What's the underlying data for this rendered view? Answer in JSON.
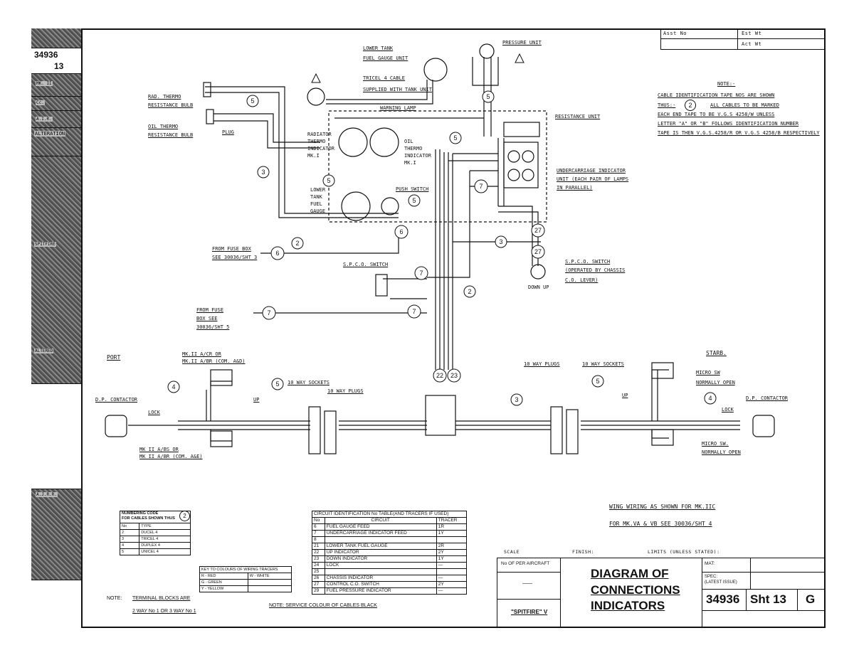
{
  "sidebar": {
    "drawing_no": "34936",
    "sheet": "13",
    "alteration_label": "ALTERATION",
    "entries": [
      "MK. II",
      "A.I.R.",
      "Cc.",
      "A.J.R.R.",
      "SPITFIRE",
      "ALTERED"
    ]
  },
  "top_right": {
    "asst_no": "Asst No",
    "est_wt": "Est Wt",
    "act_wt": "Act Wt"
  },
  "note_block": {
    "title": "NOTE:-",
    "line1": "CABLE IDENTIFICATION TAPE NOS ARE SHOWN",
    "line2a": "THUS:-",
    "line2b": "ALL CABLES TO BE MARKED",
    "line3": "EACH END TAPE TO BE V.G.S 4258/W UNLESS",
    "line4": "LETTER \"A\" OR \"B\" FOLLOWS IDENTIFICATION NUMBER",
    "line5": "TAPE IS THEN V.G.S.4258/R OR V.G.S 4258/B RESPECTIVELY",
    "sample_no": "2"
  },
  "diagram_labels": {
    "pressure_unit": "PRESSURE UNIT",
    "lower_tank": "LOWER TANK",
    "fuel_gauge_unit": "FUEL GAUGE UNIT",
    "tricel_cable": "TRICEL 4 CABLE",
    "supplied_with_tank": "SUPPLIED WITH TANK UNIT",
    "rad_thermo": "RAD. THERMO",
    "resistance_bulb": "RESISTANCE BULB",
    "oil_thermo": "OIL THERMO",
    "resistance_bulb2": "RESISTANCE BULB",
    "plug": "PLUG",
    "warning_lamp": "WARNING LAMP",
    "resistance_unit": "RESISTANCE UNIT",
    "radiator_thermo": "RADIATOR THERMO INDICATOR MK.I",
    "oil_thermo_ind": "OIL THERMO INDICATOR MK.I",
    "uc_indicator": "UNDERCARRIAGE INDICATOR",
    "uc_indicator2": "UNIT (EACH PAIR OF LAMPS",
    "uc_indicator3": "IN PARALLEL)",
    "lower_tank_fuel_gauge": "LOWER TANK FUEL GAUGE",
    "push_switch": "PUSH SWITCH",
    "from_fuse_box": "FROM FUSE BOX",
    "see_30036": "SEE 30036/SHT 3",
    "spco_switch": "S.P.C.O. SWITCH",
    "spco_switch2": "S.P.C.O. SWITCH",
    "operated_by": "(OPERATED BY CHASSIS",
    "co_lever": "C.O. LEVER)",
    "down_up": "DOWN UP",
    "from_fuse": "FROM FUSE",
    "box_see": "BOX SEE",
    "see_sheet": "30036/SHT 5",
    "port": "PORT",
    "starb": "STARB.",
    "mk_ii_a_cr": "MK.II A/CR OR",
    "mk_ii_a_br": "MK.II A/BR (COM. A&D)",
    "ten_way_sockets_l": "10 WAY SOCKETS",
    "ten_way_plugs_l": "10 WAY PLUGS",
    "ten_way_plugs_r": "10 WAY PLUGS",
    "ten_way_sockets_r": "10 WAY SOCKETS",
    "dp_contactor_l": "D.P. CONTACTOR",
    "dp_contactor_r": "D.P. CONTACTOR",
    "lock_l": "LOCK",
    "lock_r": "LOCK",
    "up_l": "UP",
    "up_r": "UP",
    "micro_sw_top": "MICRO SW",
    "normally_open_top": "NORMALLY OPEN",
    "micro_sw_bot": "MICRO SW.",
    "normally_open_bot": "NORMALLY OPEN",
    "mk_ii_a_bs": "MK II A/BS OR",
    "mk_ii_a_cs": "MK II A/BR (COM. A&E)",
    "wing_wiring": "WING WIRING AS SHOWN FOR MK.IIC",
    "wing_wiring2": "FOR MK.VA & VB SEE 30036/SHT 4"
  },
  "numbering_code": {
    "title": "NUMBERING CODE",
    "subtitle": "FOR CABLES SHOWN THUS",
    "symbol": "2",
    "headers": [
      "No",
      "TYPE"
    ],
    "rows": [
      [
        "2",
        "DUCEL 4"
      ],
      [
        "3",
        "TRICEL 4"
      ],
      [
        "4",
        "DUPLEX 4"
      ],
      [
        "5",
        "UNICEL 4"
      ]
    ]
  },
  "colour_key": {
    "title": "KEY TO COLOURS OF WIRING TRACERS",
    "rows": [
      [
        "R - RED",
        "W - WHITE"
      ],
      [
        "G - GREEN",
        ""
      ],
      [
        "Y - YELLOW",
        ""
      ]
    ]
  },
  "circuit_table": {
    "title": "CIRCUIT IDENTIFICATION No TABLE(AND TRACERS IF USED)",
    "headers": [
      "No",
      "CIRCUIT",
      "TRACER"
    ],
    "rows": [
      [
        "6",
        "FUEL GAUGE FEED",
        "1R"
      ],
      [
        "7",
        "UNDERCARRIAGE INDICATOR FEED",
        "1Y"
      ],
      [
        "8",
        "",
        ""
      ],
      [
        "21",
        "LOWER TANK FUEL GAUGE",
        "2R"
      ],
      [
        "22",
        "UP INDICATOR",
        "2Y"
      ],
      [
        "23",
        "DOWN INDICATOR",
        "1Y"
      ],
      [
        "24",
        "LOCK",
        "—"
      ],
      [
        "25",
        "",
        ""
      ],
      [
        "26",
        "CHASSIS INDICATOR",
        "—"
      ],
      [
        "27",
        "CONTROL C.O. SWITCH",
        "2Y"
      ],
      [
        "29",
        "FUEL PRESSURE INDICATOR",
        "—"
      ]
    ]
  },
  "notes": {
    "note_label": "NOTE:",
    "terminal_blocks": "TERMINAL BLOCKS ARE",
    "terminal_blocks2": "2 WAY No 1 OR 3 WAY No 1",
    "service_colour": "NOTE: SERVICE COLOUR OF CABLES BLACK"
  },
  "title_block": {
    "scale": "SCALE",
    "finish": "FINISH:",
    "limits": "LIMITS (UNLESS STATED):",
    "no_per_aircraft": "No OF PER AIRCRAFT",
    "per_aircraft_value": "——",
    "aircraft": "\"SPITFIRE\" V",
    "title1": "DIAGRAM OF",
    "title2": "CONNECTIONS",
    "title3": "INDICATORS",
    "mat": "MAT:",
    "spec": "SPEC:",
    "latest_issue": "(LATEST ISSUE)",
    "drawing_no": "34936",
    "sheet": "Sht 13",
    "issue": "G"
  },
  "wire_numbers": [
    "6",
    "7",
    "21",
    "22",
    "23",
    "24",
    "26",
    "27",
    "29",
    "2",
    "3",
    "4",
    "5"
  ]
}
